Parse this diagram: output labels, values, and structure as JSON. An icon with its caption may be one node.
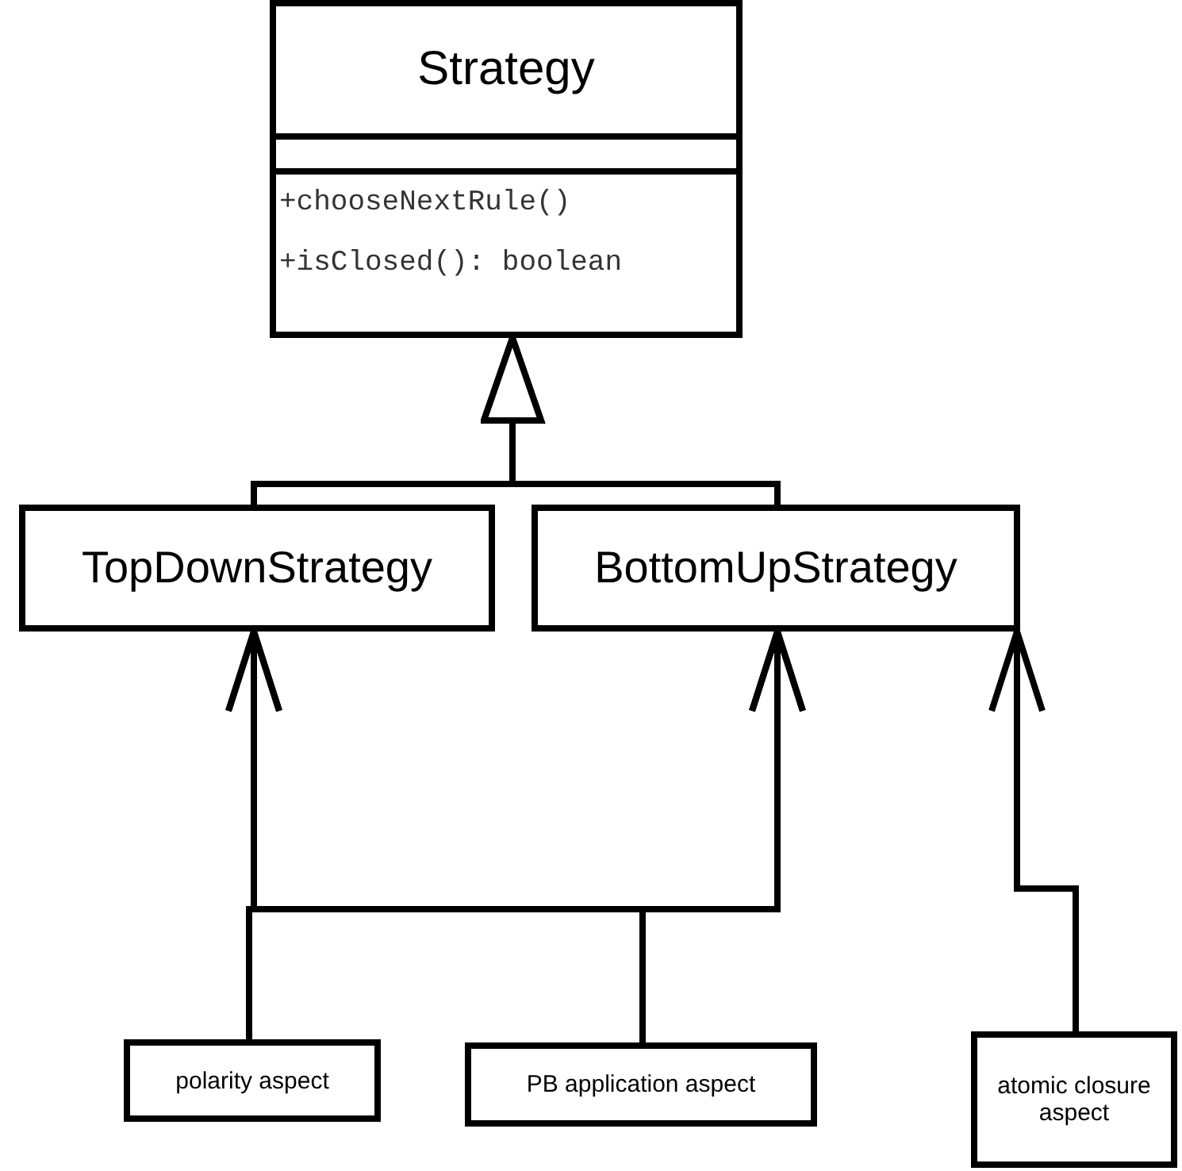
{
  "diagram": {
    "nodes": [
      {
        "text": [
          "Strategy",
          "+chooseNextRule()",
          "+isClosed(): boolean"
        ]
      },
      {
        "text": [
          "TopDownStrategy"
        ]
      },
      {
        "text": [
          "BottomUpStrategy"
        ]
      },
      {
        "text": [
          "polarity aspect"
        ]
      },
      {
        "text": [
          "PB application aspect"
        ]
      },
      {
        "text": [
          "atomic closure aspect"
        ]
      }
    ],
    "edges": [
      {
        "from": 1,
        "to": 0,
        "arrow": "to"
      },
      {
        "from": 2,
        "to": 0,
        "arrow": "to"
      },
      {
        "from": 3,
        "to": 1,
        "arrow": "to"
      },
      {
        "from": 3,
        "to": 2,
        "arrow": "to"
      },
      {
        "from": 4,
        "to": 1,
        "arrow": "to"
      },
      {
        "from": 4,
        "to": 2,
        "arrow": "to"
      },
      {
        "from": 5,
        "to": 2,
        "arrow": "to"
      }
    ]
  }
}
